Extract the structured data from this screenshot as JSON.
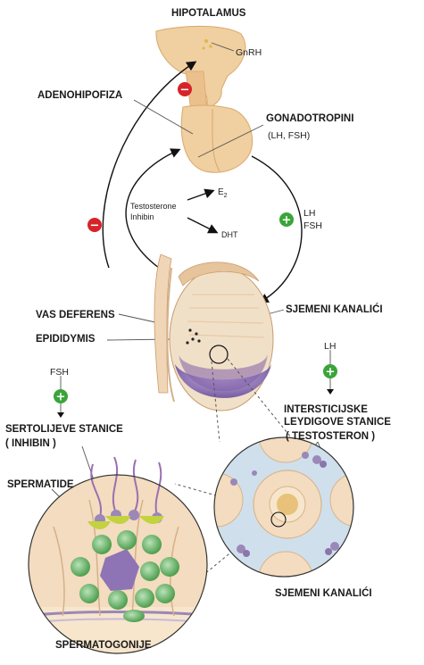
{
  "labels": {
    "hipotalamus": "HIPOTALAMUS",
    "gnrh": "GnRH",
    "adenohipofiza": "ADENOHIPOFIZA",
    "gonadotropini": "GONADOTROPINI",
    "gonadotropini_sub": "(LH, FSH)",
    "testosterone": "Testosterone",
    "inhibin": "Inhibin",
    "e2_base": "E",
    "e2_sub": "2",
    "dht": "DHT",
    "lh": "LH",
    "fsh": "FSH",
    "vas_deferens": "VAS DEFERENS",
    "epididymis": "EPIDIDYMIS",
    "sjemeni_kanalici_top": "SJEMENI KANALIĆI",
    "lh_right": "LH",
    "fsh_left": "FSH",
    "intersticijske_1": "INTERSTICIJSKE",
    "intersticijske_2": "LEYDIGOVE STANICE",
    "intersticijske_3": "( TESTOSTERON )",
    "sertolijeve_1": "SERTOLIJEVE STANICE",
    "sertolijeve_2": "( INHIBIN )",
    "spermatide": "SPERMATIDE",
    "sjemeni_kanalici_bottom": "SJEMENI  KANALIĆI",
    "spermatogonije": "SPERMATOGONIJE"
  },
  "signs": {
    "inhibit": "−",
    "stimulate": "+"
  },
  "colors": {
    "pituitary": "#f0cfa0",
    "pituitary_dark": "#d9a86c",
    "testis_purple": "#7f5fa8",
    "testis_body": "#f1e0c8",
    "tubule_bg": "#cfe0ec",
    "cell_green": "#6fb56f",
    "inhibit_red": "#d6232a",
    "stimulate_green": "#3aa43a"
  }
}
